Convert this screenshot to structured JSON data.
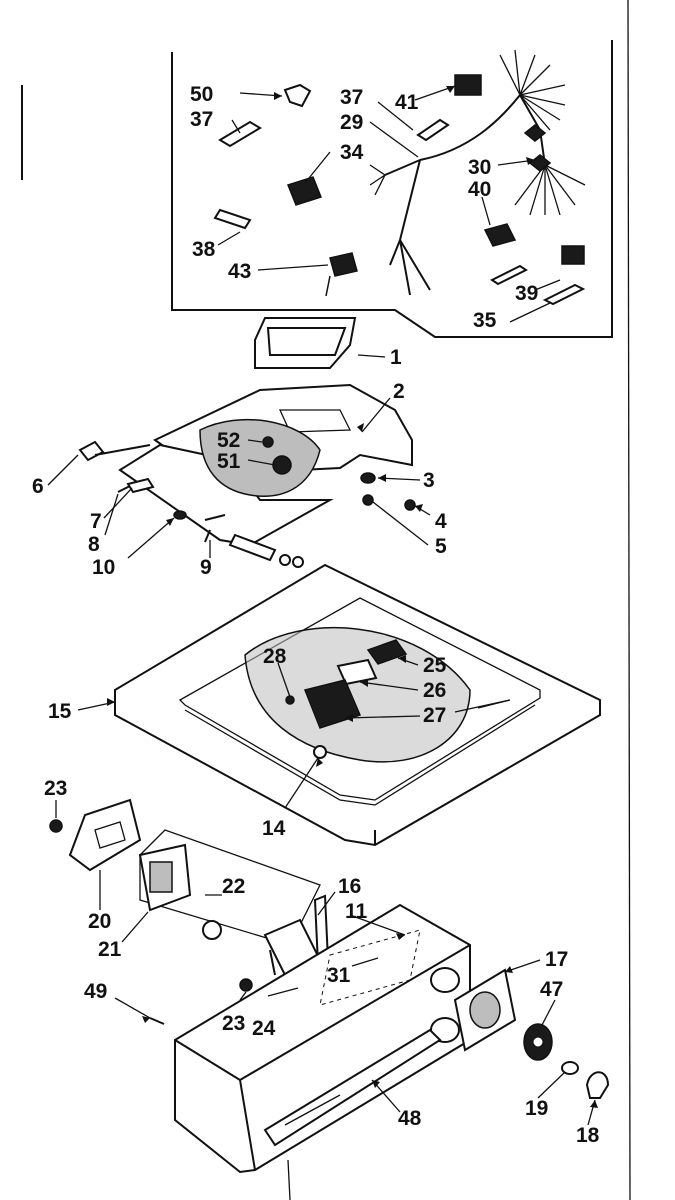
{
  "callouts": [
    {
      "key": "p50",
      "text": "50"
    },
    {
      "key": "p37a",
      "text": "37"
    },
    {
      "key": "p37b",
      "text": "37"
    },
    {
      "key": "p41",
      "text": "41"
    },
    {
      "key": "p29",
      "text": "29"
    },
    {
      "key": "p34",
      "text": "34"
    },
    {
      "key": "p30",
      "text": "30"
    },
    {
      "key": "p40",
      "text": "40"
    },
    {
      "key": "p38",
      "text": "38"
    },
    {
      "key": "p43",
      "text": "43"
    },
    {
      "key": "p39",
      "text": "39"
    },
    {
      "key": "p35",
      "text": "35"
    },
    {
      "key": "p1",
      "text": "1"
    },
    {
      "key": "p2",
      "text": "2"
    },
    {
      "key": "p52",
      "text": "52"
    },
    {
      "key": "p51",
      "text": "51"
    },
    {
      "key": "p3",
      "text": "3"
    },
    {
      "key": "p4",
      "text": "4"
    },
    {
      "key": "p5",
      "text": "5"
    },
    {
      "key": "p6",
      "text": "6"
    },
    {
      "key": "p7",
      "text": "7"
    },
    {
      "key": "p8",
      "text": "8"
    },
    {
      "key": "p10",
      "text": "10"
    },
    {
      "key": "p9",
      "text": "9"
    },
    {
      "key": "p28",
      "text": "28"
    },
    {
      "key": "p25",
      "text": "25"
    },
    {
      "key": "p26",
      "text": "26"
    },
    {
      "key": "p27",
      "text": "27"
    },
    {
      "key": "p15",
      "text": "15"
    },
    {
      "key": "p14",
      "text": "14"
    },
    {
      "key": "p23a",
      "text": "23"
    },
    {
      "key": "p20",
      "text": "20"
    },
    {
      "key": "p22",
      "text": "22"
    },
    {
      "key": "p21",
      "text": "21"
    },
    {
      "key": "p16",
      "text": "16"
    },
    {
      "key": "p11",
      "text": "11"
    },
    {
      "key": "p31",
      "text": "31"
    },
    {
      "key": "p17",
      "text": "17"
    },
    {
      "key": "p47",
      "text": "47"
    },
    {
      "key": "p49",
      "text": "49"
    },
    {
      "key": "p23b",
      "text": "23"
    },
    {
      "key": "p24",
      "text": "24"
    },
    {
      "key": "p48",
      "text": "48"
    },
    {
      "key": "p19",
      "text": "19"
    },
    {
      "key": "p18",
      "text": "18"
    }
  ]
}
